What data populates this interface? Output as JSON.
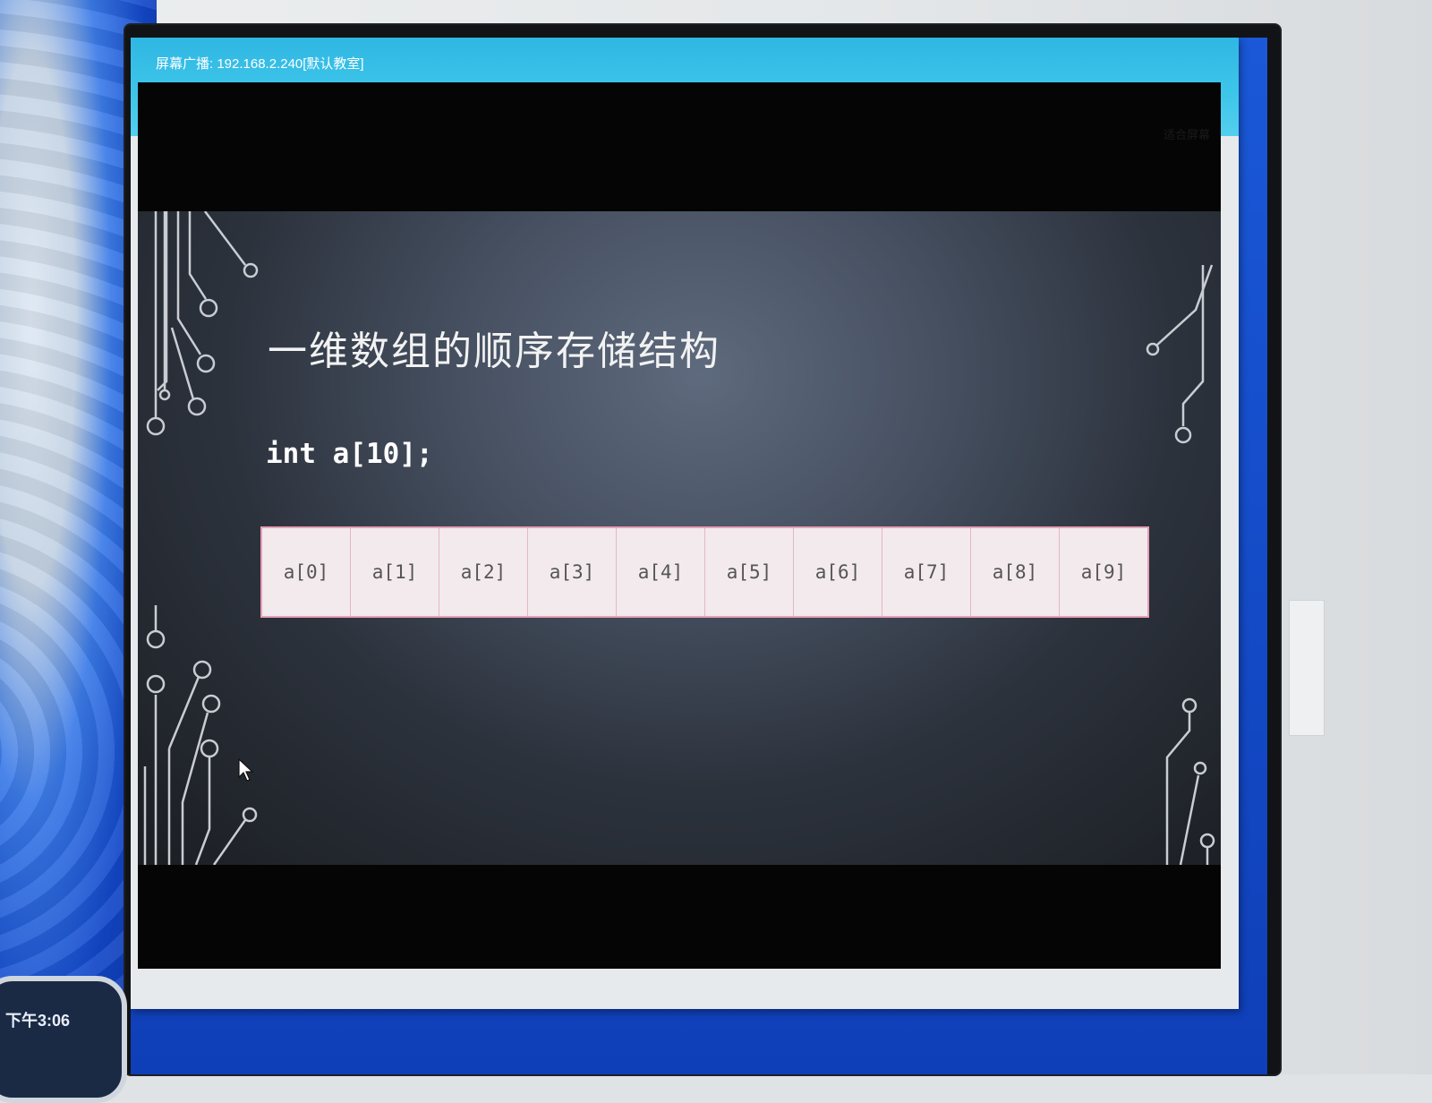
{
  "window": {
    "title": "屏幕广播: 192.168.2.240[默认教室]",
    "fit_screen_label": "适合屏幕"
  },
  "slide": {
    "title": "一维数组的顺序存储结构",
    "code": "int a[10];",
    "array_cells": [
      "a[0]",
      "a[1]",
      "a[2]",
      "a[3]",
      "a[4]",
      "a[5]",
      "a[6]",
      "a[7]",
      "a[8]",
      "a[9]"
    ]
  },
  "side_device": {
    "time": "下午3:06"
  },
  "colors": {
    "titlebar": "#3ec6ea",
    "array_border": "#e7a0b5",
    "array_fill": "#f4e9ec"
  },
  "icons": [
    "mouse-pointer-icon",
    "circuit-decoration"
  ]
}
